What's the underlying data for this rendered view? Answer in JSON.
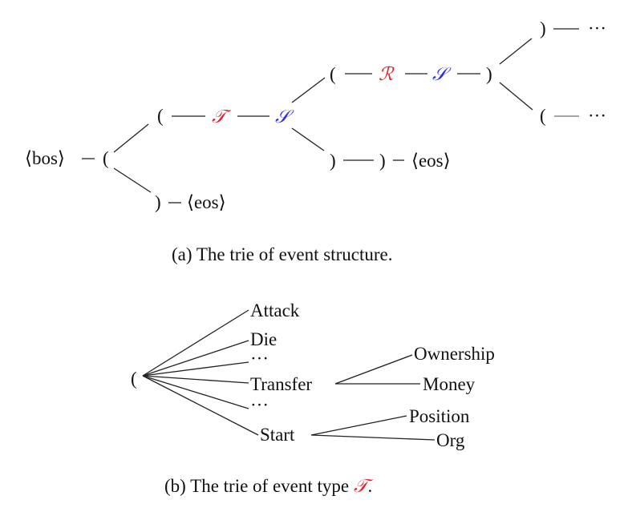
{
  "panel_a": {
    "nodes": {
      "bos": "⟨bos⟩",
      "eos": "⟨eos⟩",
      "open": "(",
      "close": ")",
      "dash": "—",
      "short_dash": "-",
      "ellipsis": "···",
      "type_symbol": "𝒯",
      "sub_symbol": "𝒮",
      "role_symbol": "ℛ"
    },
    "caption": "(a) The trie of event structure."
  },
  "panel_b": {
    "root": "(",
    "types": [
      "Attack",
      "Die",
      "···",
      "Transfer",
      "···",
      "Start"
    ],
    "transfer_children": [
      "Ownership",
      "Money"
    ],
    "start_children": [
      "Position",
      "Org"
    ],
    "caption_text": "(b) The trie of event type ",
    "caption_symbol": "𝒯",
    "caption_end": "."
  },
  "colors": {
    "type_symbol": "#e8202a",
    "sub_symbol": "#2a2ae8",
    "role_symbol": "#e8202a"
  }
}
